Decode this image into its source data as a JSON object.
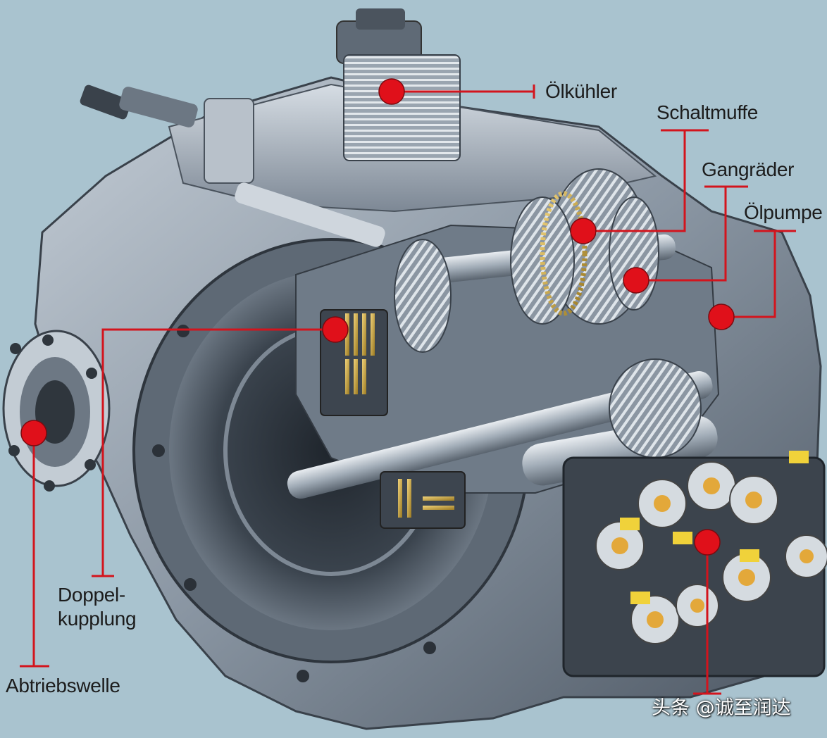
{
  "colors": {
    "background": "#a9c3cf",
    "leader_line": "#d3141d",
    "marker": "#e0101a",
    "label_text": "#1c1c1c",
    "housing_dark": "#4c5662",
    "housing_light": "#aab4bf",
    "gear_brass": "#c9a43c"
  },
  "labels": {
    "oelkuehler": "Ölkühler",
    "schaltmuffe": "Schaltmuffe",
    "gangraeder": "Gangräder",
    "oelpumpe": "Ölpumpe",
    "doppelkupplung_line1": "Doppel-",
    "doppelkupplung_line2": "kupplung",
    "abtriebswelle": "Abtriebswelle"
  },
  "watermark": "头条 @诚至润达"
}
